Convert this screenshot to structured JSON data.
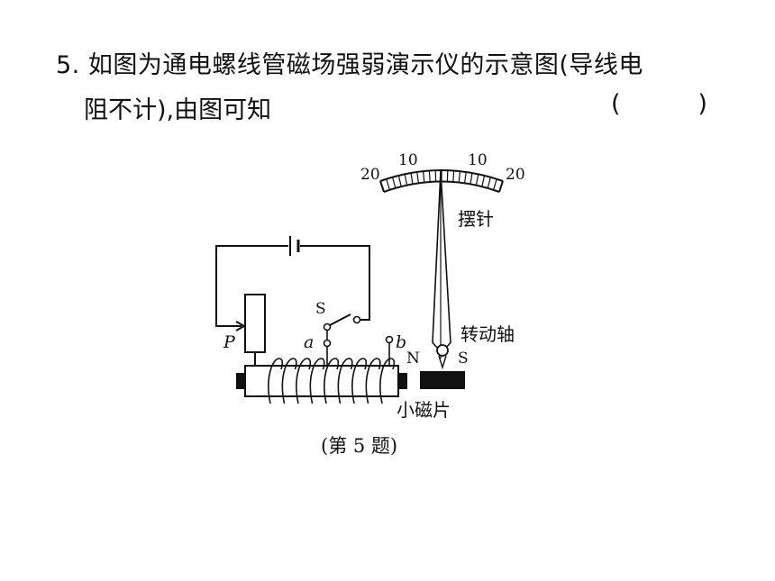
{
  "question": {
    "line1": "5. 如图为通电螺线管磁场强弱演示仪的示意图(导线电",
    "line2": "阻不计),由图可知",
    "answer_paren": "(          )"
  },
  "diagram": {
    "scale": {
      "left_outer": "20",
      "left_inner": "10",
      "right_inner": "10",
      "right_outer": "20"
    },
    "pointer_label": "摆针",
    "switch_label": "S",
    "slider_label": "P",
    "terminal_a": "a",
    "terminal_b": "b",
    "pole_n": "N",
    "pole_s": "S",
    "pivot_label": "转动轴",
    "magnet_label": "小磁片",
    "caption": "(第 5 题)"
  }
}
